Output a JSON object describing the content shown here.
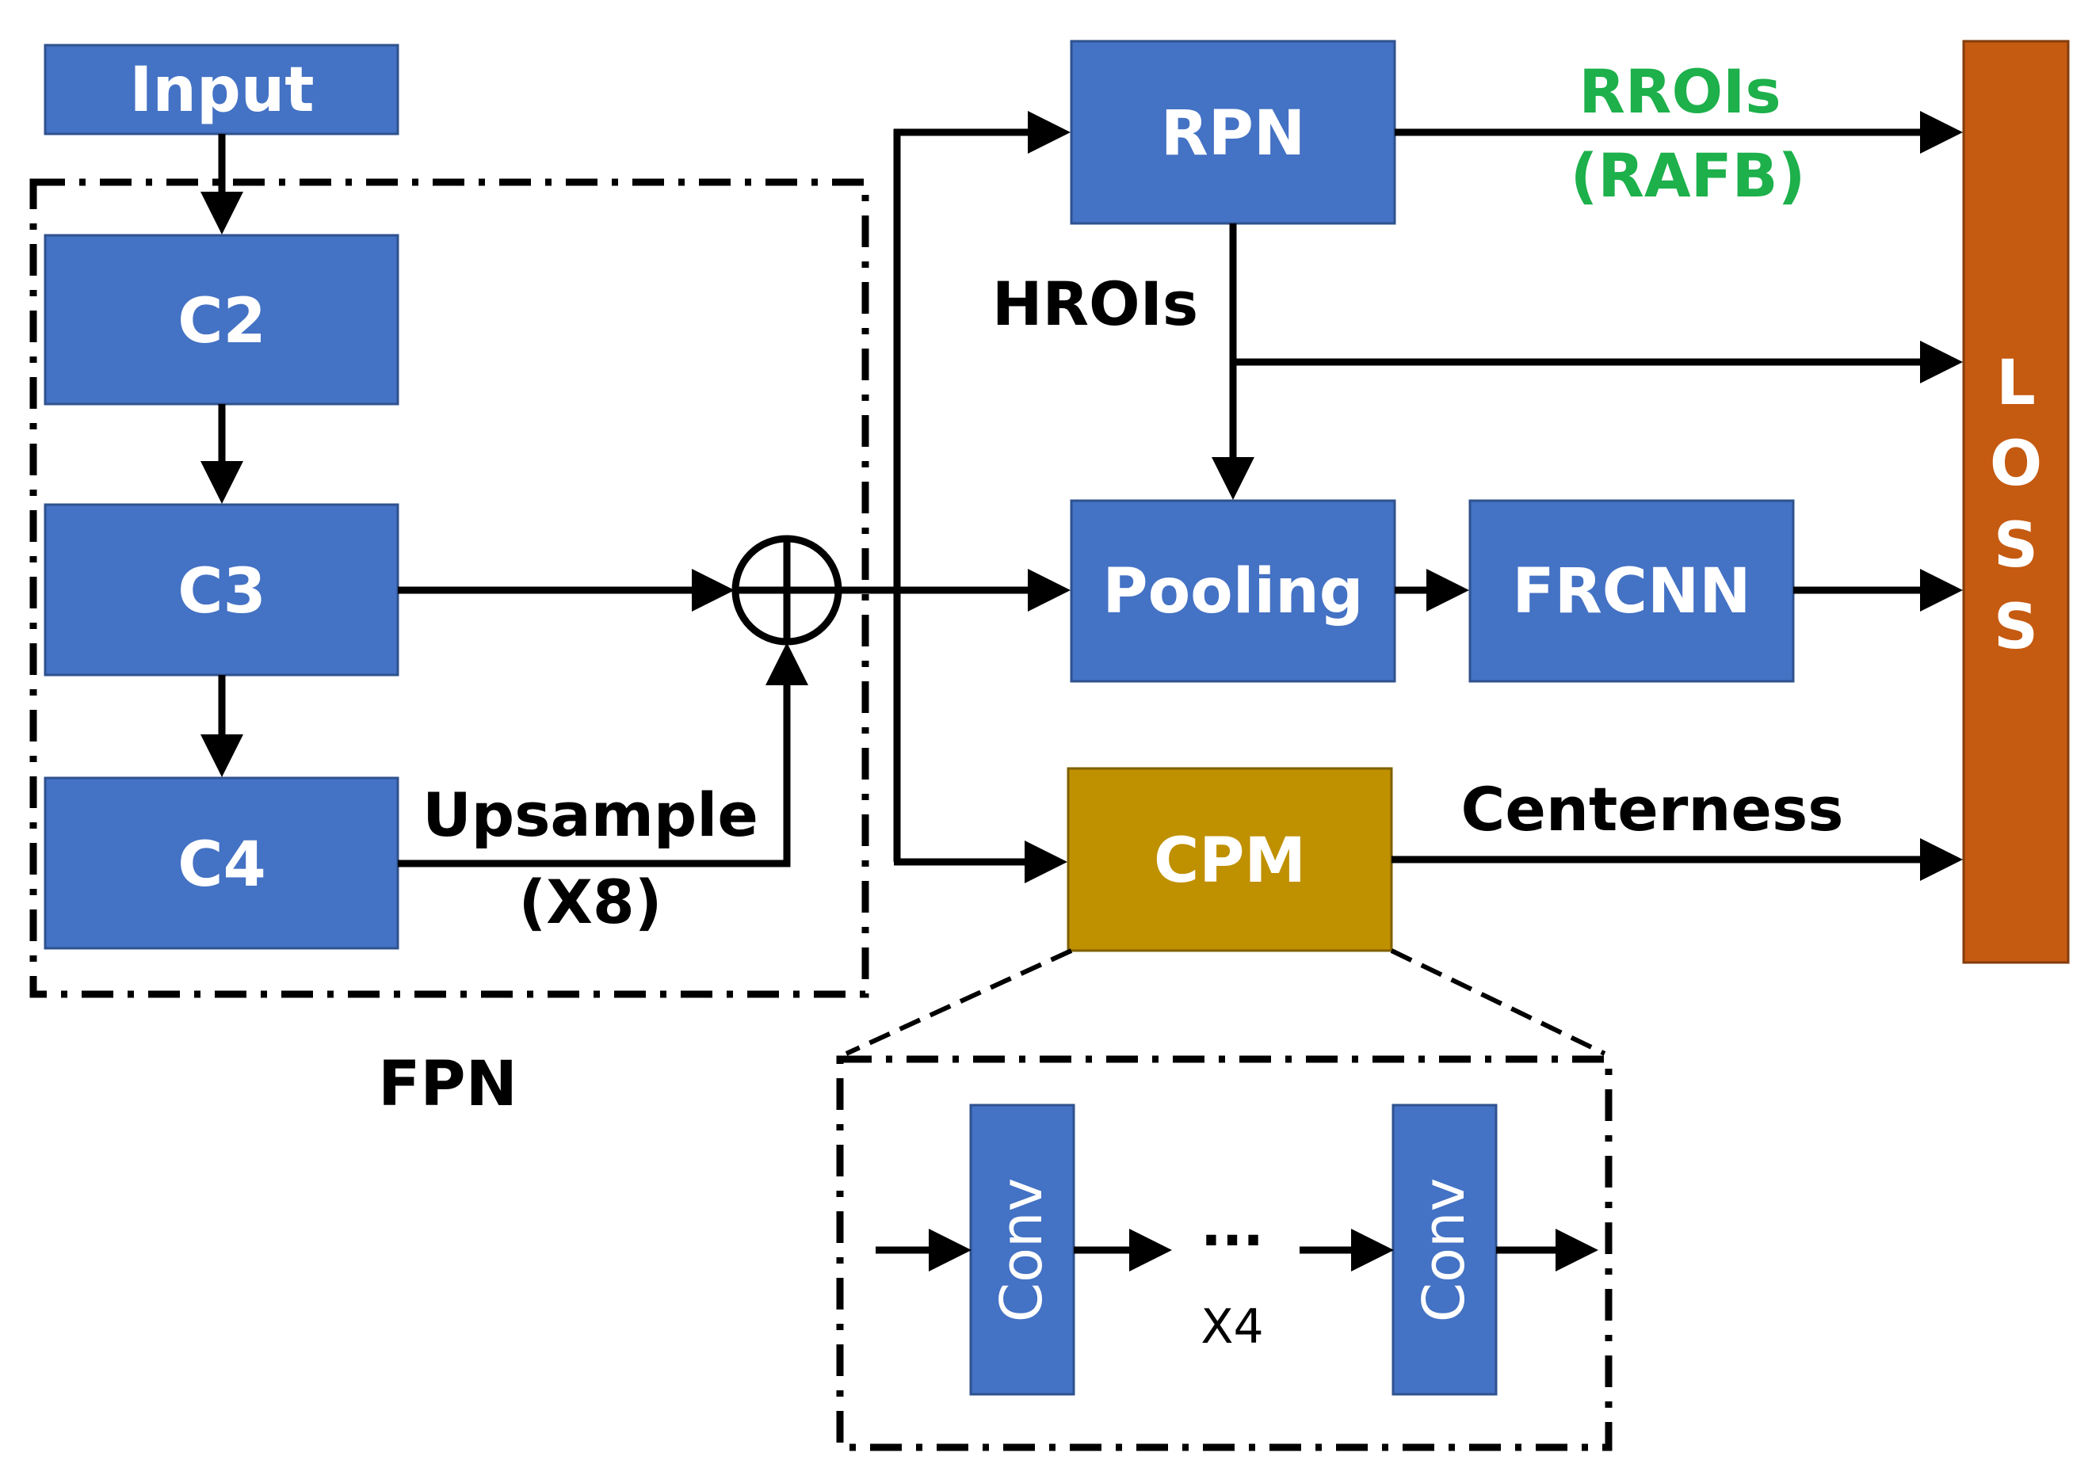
{
  "blocks": {
    "input": "Input",
    "c2": "C2",
    "c3": "C3",
    "c4": "C4",
    "rpn": "RPN",
    "pooling": "Pooling",
    "frcnn": "FRCNN",
    "cpm": "CPM",
    "loss_letters": [
      "L",
      "O",
      "S",
      "S"
    ],
    "conv_1": "Conv",
    "conv_2": "Conv"
  },
  "labels": {
    "fpn": "FPN",
    "upsample": "Upsample",
    "upsample_factor": "(X8)",
    "hrois": "HROIs",
    "rrois": "RROIs",
    "rafb": "(RAFB)",
    "centerness": "Centerness",
    "ellipsis": "···",
    "repeat": "X4"
  },
  "colors": {
    "block_blue": "#4472C4",
    "cpm_gold": "#BF9000",
    "loss_orange": "#C55A11",
    "rrois_green": "#1DB04B",
    "line": "#000000"
  }
}
